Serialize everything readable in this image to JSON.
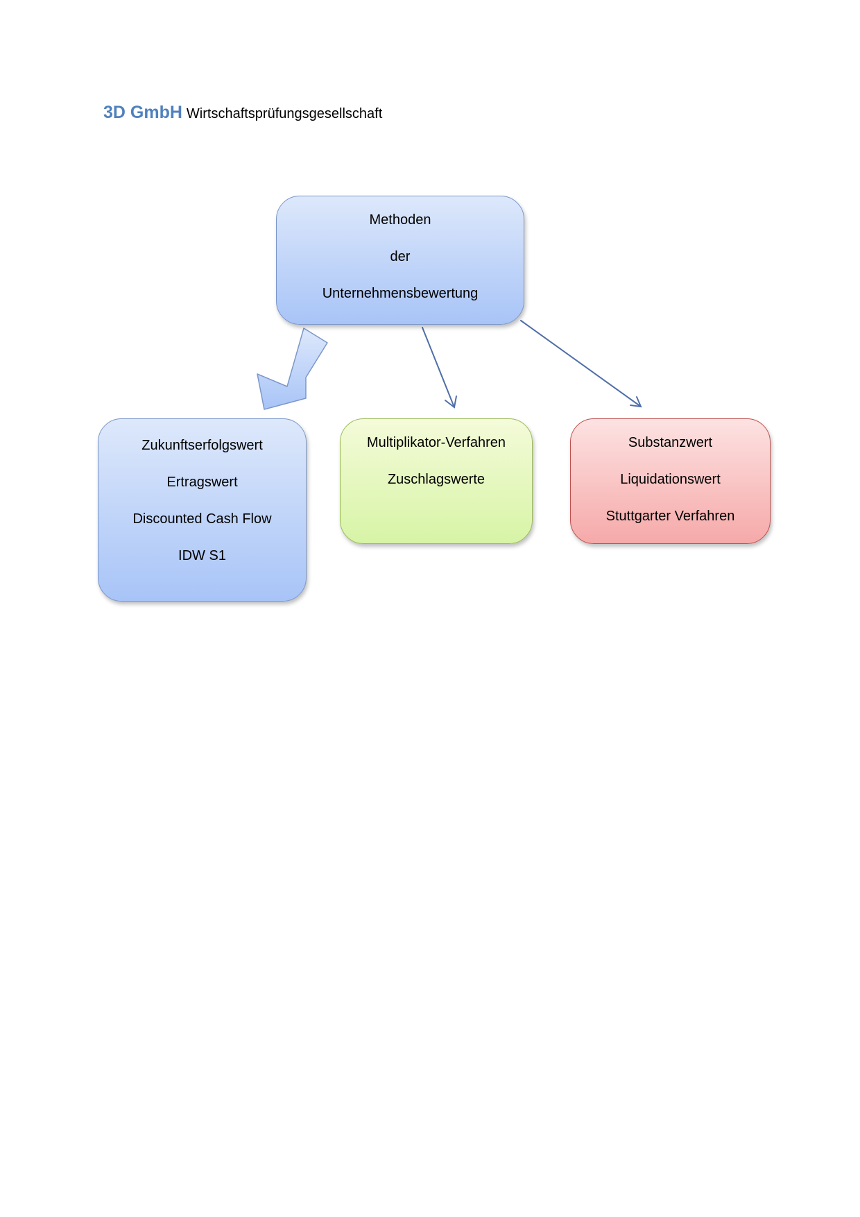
{
  "header": {
    "brand": "3D GmbH",
    "subtitle": "Wirtschaftsprüfungsgesellschaft"
  },
  "diagram": {
    "root": {
      "lines": [
        "Methoden",
        "der",
        "Unternehmensbewertung"
      ]
    },
    "children": [
      {
        "id": "left",
        "lines": [
          "Zukunftserfolgswert",
          "Ertragswert",
          "Discounted Cash Flow",
          "IDW S1"
        ]
      },
      {
        "id": "middle",
        "lines": [
          "Multiplikator-Verfahren",
          "Zuschlagswerte"
        ]
      },
      {
        "id": "right",
        "lines": [
          "Substanzwert",
          "Liquidationswert",
          "Stuttgarter Verfahren"
        ]
      }
    ]
  },
  "colors": {
    "brand": "#4f81bd",
    "blue_fill": "#a8c4f7",
    "green_fill": "#d7f4a6",
    "red_fill": "#f6a9a9",
    "arrow": "#4f6fa8"
  }
}
